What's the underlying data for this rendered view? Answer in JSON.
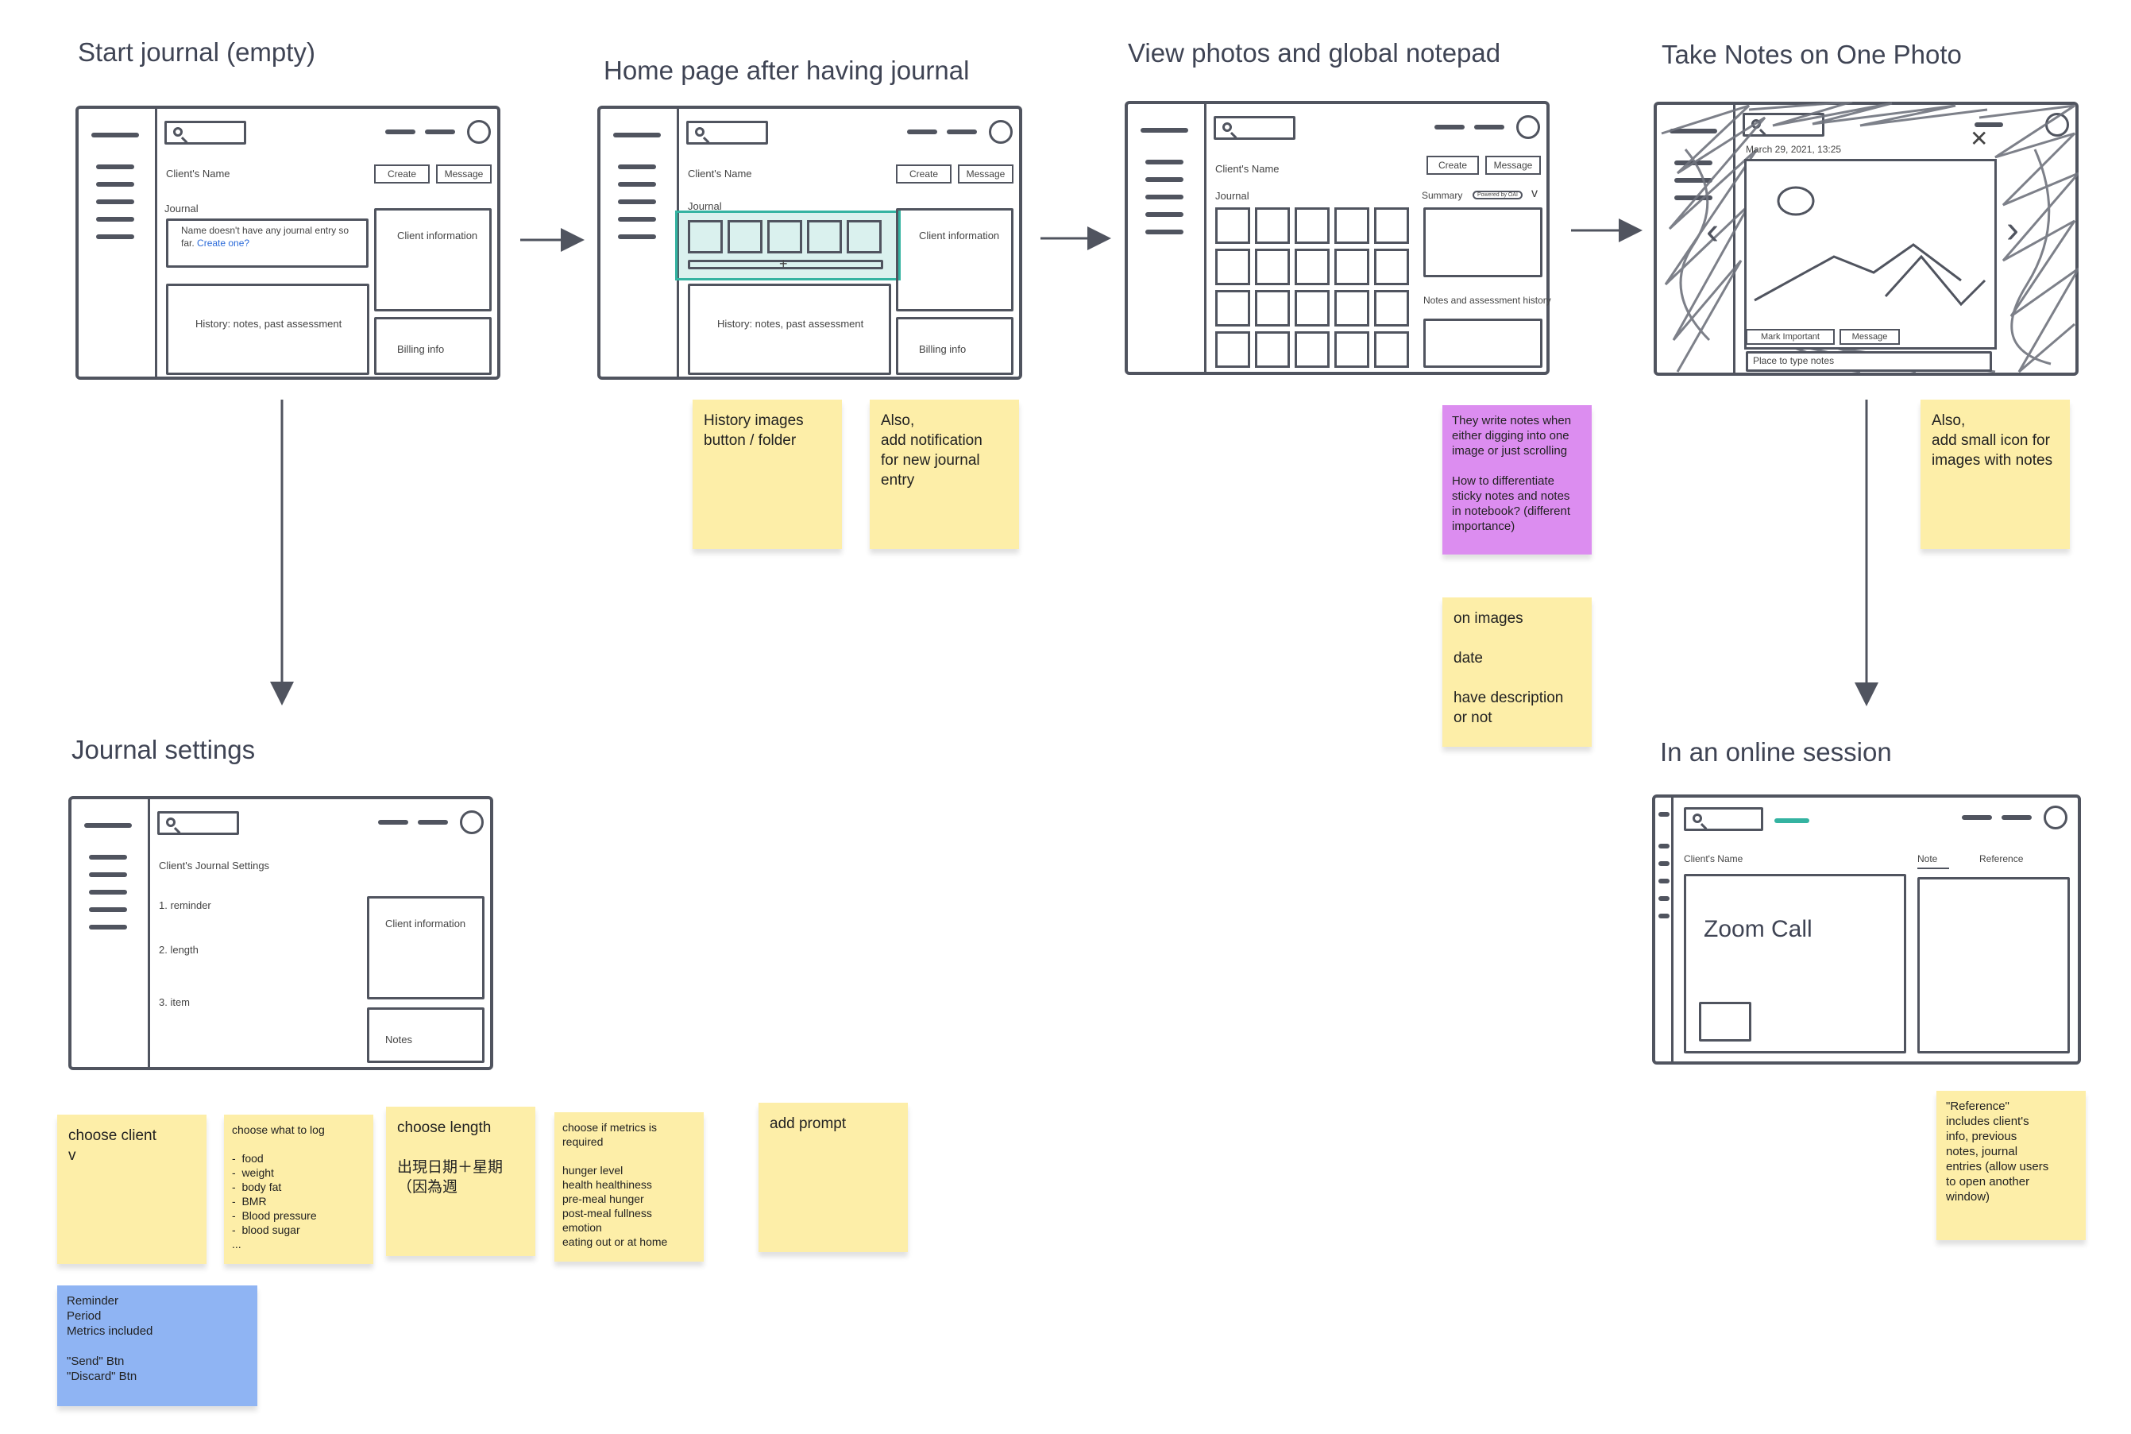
{
  "colors": {
    "ink": "#50545f",
    "sticky_yellow": "#fdeea8",
    "sticky_purple": "#dc8df0",
    "sticky_blue": "#8fb4f3",
    "highlight_teal": "#34b3a1"
  },
  "titles": {
    "start": "Start journal (empty)",
    "home": "Home page after having journal",
    "view": "View photos and global notepad",
    "take": "Take Notes on One Photo",
    "settings": "Journal settings",
    "online": "In an online session"
  },
  "mock1": {
    "client": "Client's Name",
    "create": "Create",
    "message": "Message",
    "journal": "Journal",
    "empty_text": "Name doesn't have any journal entry so far.",
    "create_link": "Create one?",
    "client_info": "Client information",
    "history": "History: notes, past assessment",
    "billing": "Billing info"
  },
  "mock2": {
    "client": "Client's Name",
    "create": "Create",
    "message": "Message",
    "journal": "Journal",
    "plus": "+",
    "client_info": "Client information",
    "history": "History: notes, past assessment",
    "billing": "Billing info"
  },
  "mock3": {
    "client": "Client's Name",
    "create": "Create",
    "message": "Message",
    "journal": "Journal",
    "summary": "Summary",
    "powered": "Powered by OAI",
    "notes": "Notes and assessment history"
  },
  "mock4": {
    "date": "March 29, 2021, 13:25",
    "mark": "Mark Important",
    "message": "Message",
    "place": "Place to type notes"
  },
  "mock5": {
    "settings_title": "Client's Journal Settings",
    "items": [
      "1. reminder",
      "2. length",
      "3. item"
    ],
    "client_info": "Client information",
    "notes": "Notes"
  },
  "mock6": {
    "client": "Client's Name",
    "tab_note": "Note",
    "tab_reference": "Reference",
    "zoom": "Zoom Call"
  },
  "stickies": {
    "history_images": "History images\nbutton / folder",
    "notification": "Also,\nadd notification\nfor new journal\nentry",
    "purple_note": "They write notes when either digging into one image or just scrolling\n\nHow to differentiate sticky notes and notes in notebook? (different importance)",
    "on_images": "on images\n\ndate\n\nhave description\nor not",
    "small_icon": "Also,\nadd small icon for\nimages with notes",
    "choose_client": "choose client\nv",
    "choose_log": "choose what to log\n\n-  food\n-  weight\n-  body fat\n-  BMR\n-  Blood pressure\n-  blood sugar\n...",
    "choose_length": "choose length\n\n出現日期＋星期（因為週",
    "metrics": "choose if metrics is required\n\nhunger level\nhealth healthiness\npre-meal hunger\npost-meal fullness\nemotion\neating out or at home",
    "add_prompt": "add prompt",
    "reminder": "Reminder\nPeriod\nMetrics included\n\n\"Send\" Btn\n\"Discard\" Btn",
    "reference": "\"Reference\"\nincludes client's\ninfo, previous\nnotes, journal\nentries (allow users\nto open another\nwindow)"
  }
}
